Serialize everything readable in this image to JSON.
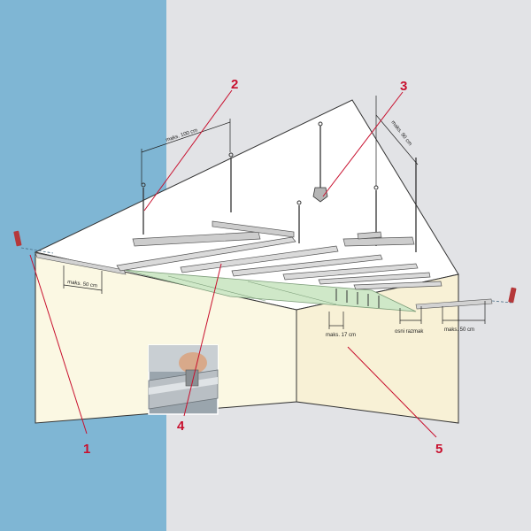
{
  "callouts": {
    "c1": "1",
    "c2": "2",
    "c3": "3",
    "c4": "4",
    "c5": "5"
  },
  "dimensions": {
    "top_left": "maks. 100 cm",
    "top_right": "maks. 90 cm",
    "left_wall": "maks. 50 cm",
    "right_wall": "maks. 50 cm",
    "board_gap": "maks. 17 cm",
    "axis_spacing": "osni razmak"
  },
  "colors": {
    "wall_blue": "#7fb6d4",
    "ceiling": "#ffffff",
    "left_wall": "#fbf8e3",
    "right_wall": "#f8f1d6",
    "board": "#cfe8c8",
    "profile": "#c8c8c8",
    "callout_red": "#c8102e"
  }
}
